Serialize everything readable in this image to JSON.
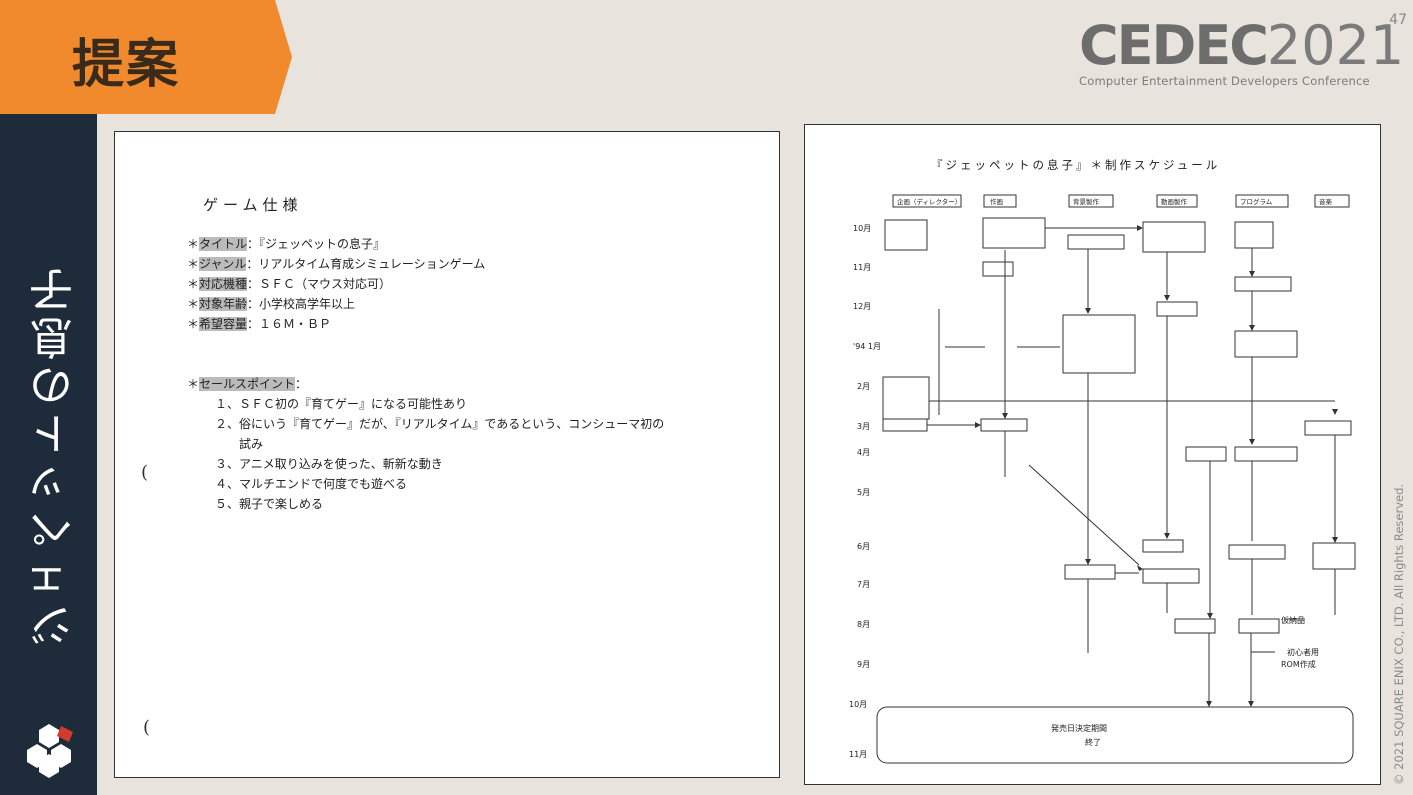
{
  "header": {
    "title": "提案",
    "page_number": "47"
  },
  "sidebar": {
    "vertical_title": "ジェペットの息子",
    "logo_icon": "hexagon-cluster-logo"
  },
  "brand": {
    "name": "CEDEC",
    "year": "2021",
    "subtitle": "Computer Entertainment Developers Conference",
    "accent_color": "#f08a2c",
    "sidebar_color": "#1e2b3a"
  },
  "copyright": "© 2021 SQUARE ENIX CO., LTD. All Rights Reserved.",
  "spec_doc": {
    "heading": "ゲーム仕様",
    "specs": [
      {
        "label": "タイトル",
        "value": "：『ジェッペットの息子』"
      },
      {
        "label": "ジャンル",
        "value": "：リアルタイム育成シミュレーションゲーム"
      },
      {
        "label": "対応機種",
        "value": "：ＳＦＣ（マウス対応可）"
      },
      {
        "label": "対象年齢",
        "value": "：小学校高学年以上"
      },
      {
        "label": "希望容量",
        "value": "：１６Ｍ・ＢＰ"
      }
    ],
    "points_label": "セールスポイント",
    "points_suffix": "：",
    "points": [
      "１、ＳＦＣ初の『育てゲー』になる可能性あり",
      "２、俗にいう『育てゲー』だが、『リアルタイム』であるという、コンシューマ初の",
      "試み",
      "３、アニメ取り込みを使った、斬新な動き",
      "４、マルチエンドで何度でも遊べる",
      "５、親子で楽しめる"
    ]
  },
  "schedule": {
    "title": "『ジェッペットの息子』＊制作スケジュール",
    "columns": [
      "企画（ディレクター）",
      "作画",
      "背景製作",
      "動画製作",
      "プログラム",
      "音楽"
    ],
    "months": [
      "10月",
      "11月",
      "12月",
      "'94\n1月",
      "2月",
      "3月",
      "4月",
      "5月",
      "6月",
      "7月",
      "8月",
      "9月",
      "10月",
      "11月"
    ],
    "final_box_line1": "発売日決定期間",
    "final_box_line2": "終了",
    "handwritten_1": "初心者用",
    "handwritten_2": "ROM作成",
    "handwritten_3": "仮納品"
  }
}
